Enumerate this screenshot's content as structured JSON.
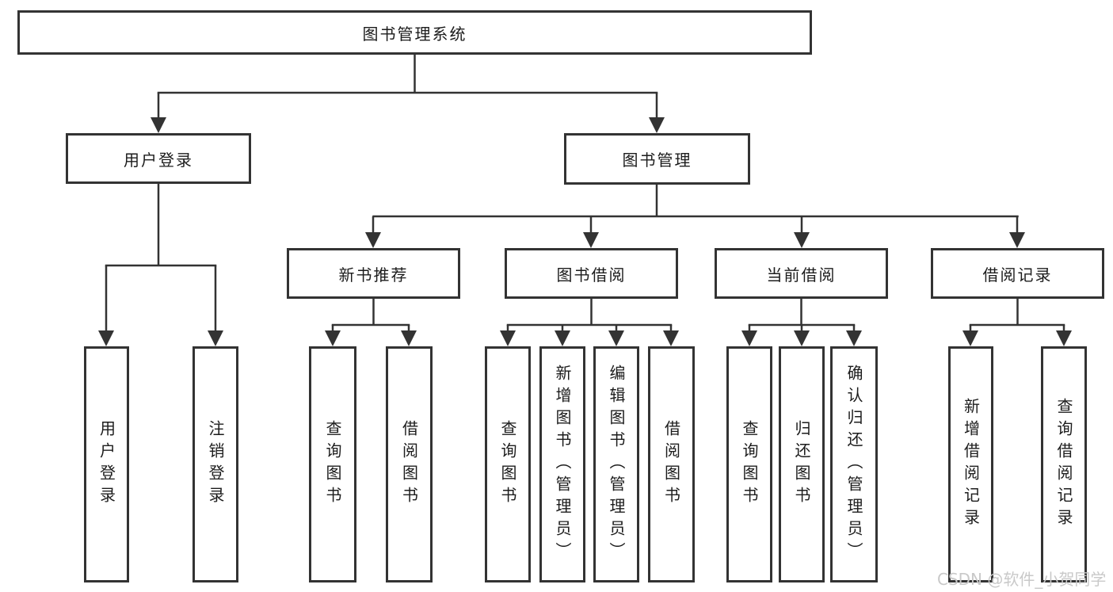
{
  "tree": {
    "root": {
      "label": "图书管理系统"
    },
    "user_login": {
      "label": "用户登录",
      "children": [
        {
          "label": "用户登录"
        },
        {
          "label": "注销登录"
        }
      ]
    },
    "book_management": {
      "label": "图书管理",
      "groups": [
        {
          "label": "新书推荐",
          "children": [
            {
              "label": "查询图书"
            },
            {
              "label": "借阅图书"
            }
          ]
        },
        {
          "label": "图书借阅",
          "children": [
            {
              "label": "查询图书"
            },
            {
              "label": "新增图书（管理员）"
            },
            {
              "label": "编辑图书（管理员）"
            },
            {
              "label": "借阅图书"
            }
          ]
        },
        {
          "label": "当前借阅",
          "children": [
            {
              "label": "查询图书"
            },
            {
              "label": "归还图书"
            },
            {
              "label": "确认归还（管理员）"
            }
          ]
        },
        {
          "label": "借阅记录",
          "children": [
            {
              "label": "新增借阅记录"
            },
            {
              "label": "查询借阅记录"
            }
          ]
        }
      ]
    }
  },
  "watermark": {
    "text": "CSDN @软件_小贺同学",
    "color": "#c9c9c9"
  },
  "colors": {
    "line": "#333333",
    "border": "#333333",
    "text": "#1c1c1c",
    "background": "#ffffff"
  }
}
